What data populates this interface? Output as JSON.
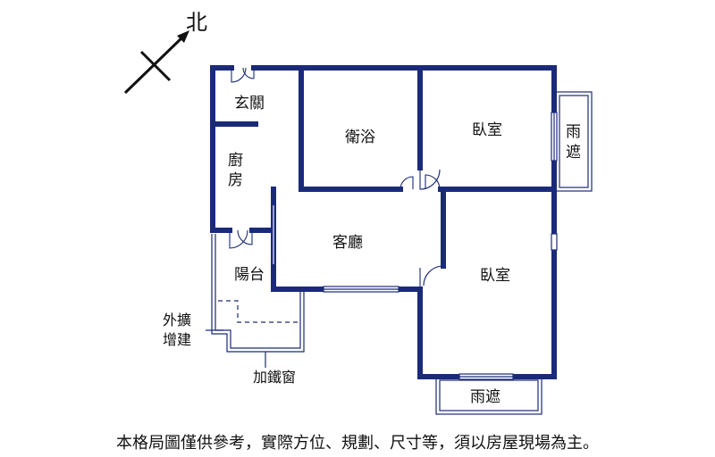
{
  "compass": {
    "north_label": "北"
  },
  "rooms": {
    "entrance": "玄關",
    "bathroom": "衛浴",
    "bedroom_top": "臥室",
    "kitchen": [
      "廚",
      "房"
    ],
    "living_room": "客廳",
    "balcony": "陽台",
    "bedroom_bottom": "臥室",
    "canopy_right": [
      "雨",
      "遮"
    ],
    "canopy_bottom": "雨遮"
  },
  "annotations": {
    "extension": [
      "外擴",
      "增建"
    ],
    "iron_window": "加鐵窗"
  },
  "colors": {
    "wall": "#1b2a78"
  },
  "disclaimer": "本格局圖僅供參考，實際方位、規劃、尺寸等，須以房屋現場為主。"
}
